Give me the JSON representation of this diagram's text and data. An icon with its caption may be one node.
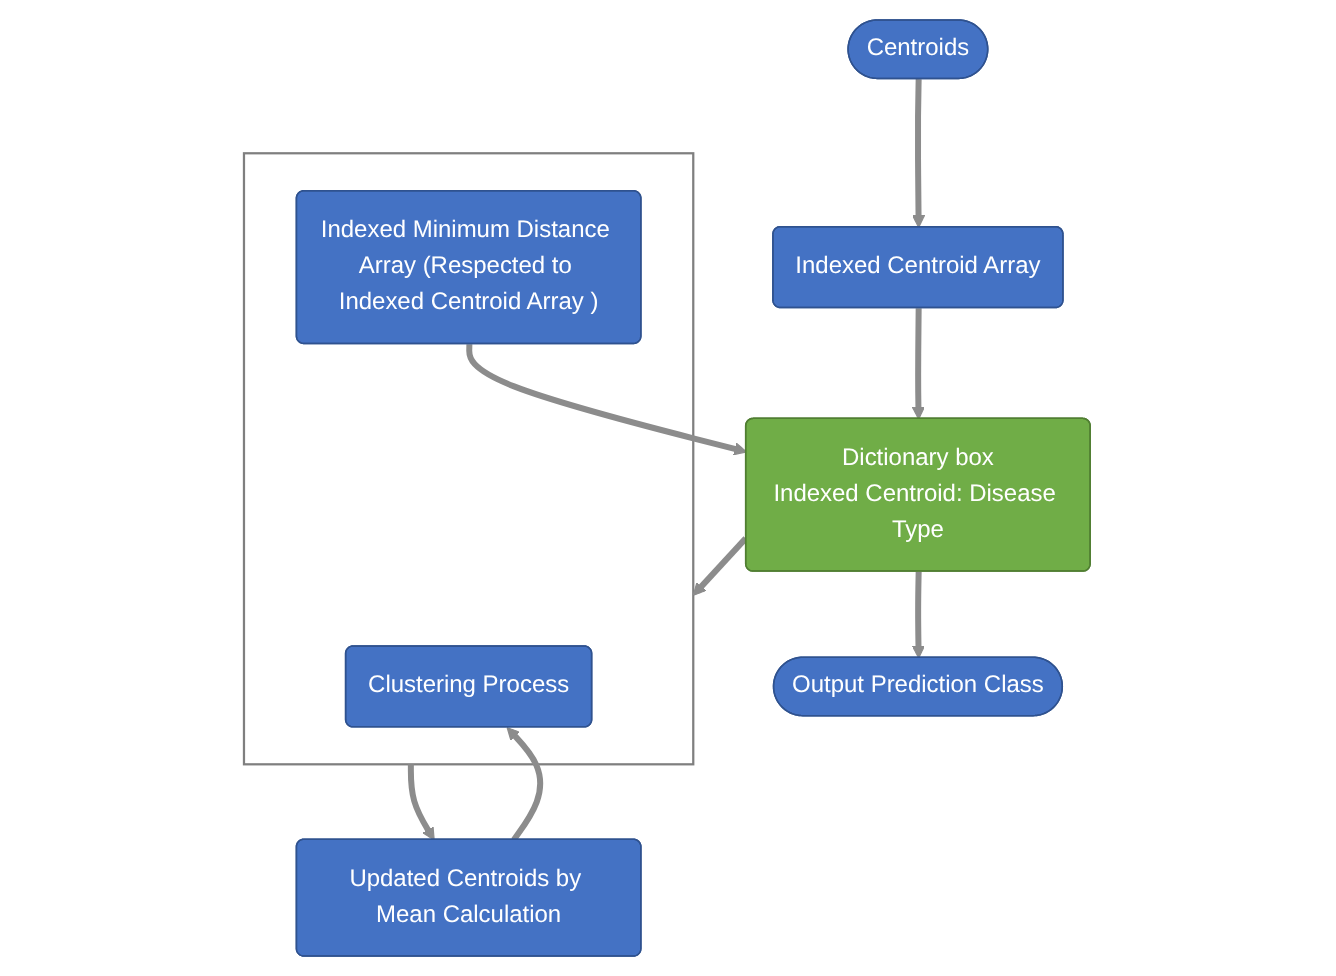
{
  "diagram": {
    "nodes": [
      {
        "text": [
          "Centroids"
        ]
      },
      {
        "text": [
          "Indexed Centroid Array"
        ]
      },
      {
        "text": [
          "Output Prediction Class"
        ]
      },
      {
        "text": [
          "Dictionary box",
          "Indexed Centroid: Disease Type"
        ]
      },
      {
        "text": [],
        "shape": "box"
      },
      {
        "text": [
          "Clustering Process"
        ],
        "in": 4
      },
      {
        "text": [
          "Indexed Minimum Distance Array (Respected to Indexed Centroid Array )"
        ],
        "in": 4
      },
      {
        "text": [
          "Updated Centroids by Mean Calculation"
        ]
      }
    ],
    "edges": [
      {
        "from": 0,
        "to": 1,
        "arrow": "to"
      },
      {
        "from": 1,
        "to": 3,
        "arrow": "to"
      },
      {
        "from": 3,
        "to": 2,
        "arrow": "to"
      },
      {
        "from": 3,
        "to": 4,
        "arrow": "to"
      },
      {
        "from": 6,
        "to": 3,
        "arrow": "to"
      },
      {
        "from": 4,
        "to": 7,
        "arrow": "to"
      },
      {
        "from": 7,
        "to": 5,
        "arrow": "to"
      }
    ]
  }
}
